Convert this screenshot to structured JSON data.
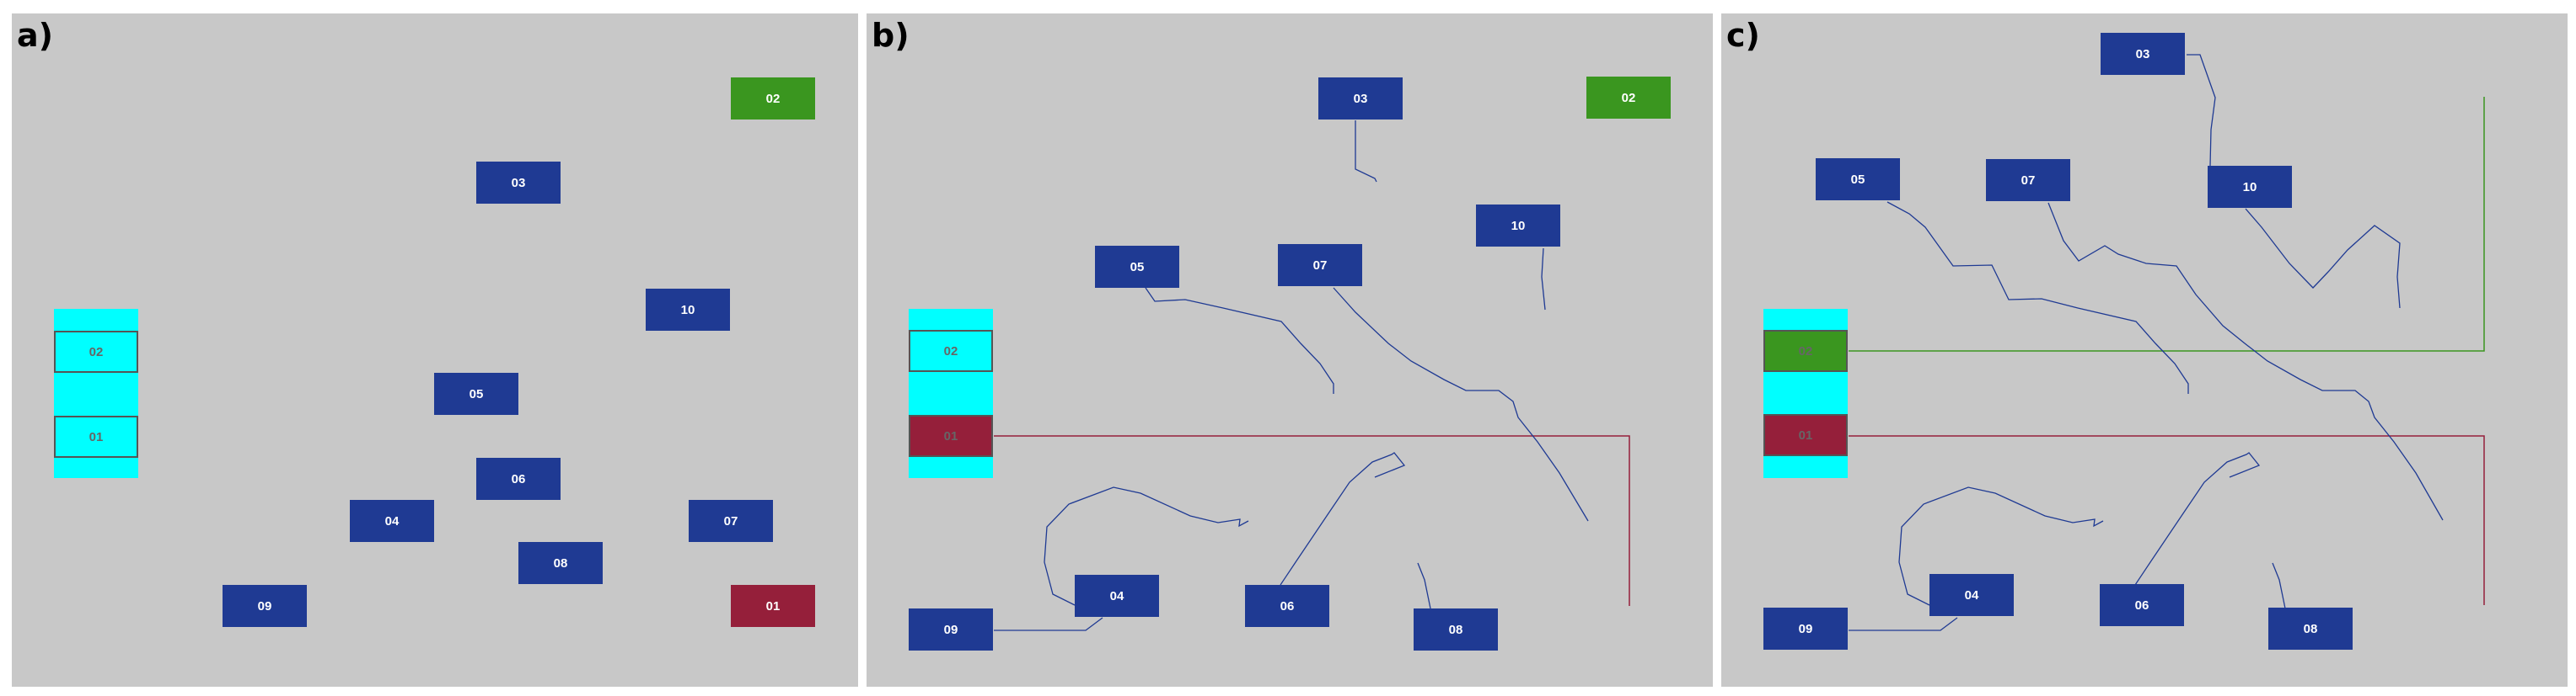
{
  "colors": {
    "background": "#c8c8c8",
    "blue": "#1f3a93",
    "green": "#3a961f",
    "red": "#951f3a",
    "cyan": "#00ffff"
  },
  "panels": [
    {
      "label": "a)",
      "boxes": [
        {
          "text": "02",
          "color": "green"
        },
        {
          "text": "03",
          "color": "blue"
        },
        {
          "text": "10",
          "color": "blue"
        },
        {
          "text": "05",
          "color": "blue"
        },
        {
          "text": "06",
          "color": "blue"
        },
        {
          "text": "04",
          "color": "blue"
        },
        {
          "text": "07",
          "color": "blue"
        },
        {
          "text": "08",
          "color": "blue"
        },
        {
          "text": "09",
          "color": "blue"
        },
        {
          "text": "01",
          "color": "red"
        }
      ],
      "slots": [
        {
          "text": "02",
          "fill": "cyan"
        },
        {
          "text": "01",
          "fill": "cyan"
        }
      ]
    },
    {
      "label": "b)",
      "boxes": [
        {
          "text": "03",
          "color": "blue"
        },
        {
          "text": "02",
          "color": "green"
        },
        {
          "text": "10",
          "color": "blue"
        },
        {
          "text": "05",
          "color": "blue"
        },
        {
          "text": "07",
          "color": "blue"
        },
        {
          "text": "04",
          "color": "blue"
        },
        {
          "text": "06",
          "color": "blue"
        },
        {
          "text": "09",
          "color": "blue"
        },
        {
          "text": "08",
          "color": "blue"
        }
      ],
      "slots": [
        {
          "text": "02",
          "fill": "cyan"
        },
        {
          "text": "01",
          "fill": "red"
        }
      ]
    },
    {
      "label": "c)",
      "boxes": [
        {
          "text": "03",
          "color": "blue"
        },
        {
          "text": "05",
          "color": "blue"
        },
        {
          "text": "07",
          "color": "blue"
        },
        {
          "text": "10",
          "color": "blue"
        },
        {
          "text": "04",
          "color": "blue"
        },
        {
          "text": "06",
          "color": "blue"
        },
        {
          "text": "09",
          "color": "blue"
        },
        {
          "text": "08",
          "color": "blue"
        }
      ],
      "slots": [
        {
          "text": "02",
          "fill": "green"
        },
        {
          "text": "01",
          "fill": "red"
        }
      ]
    }
  ]
}
